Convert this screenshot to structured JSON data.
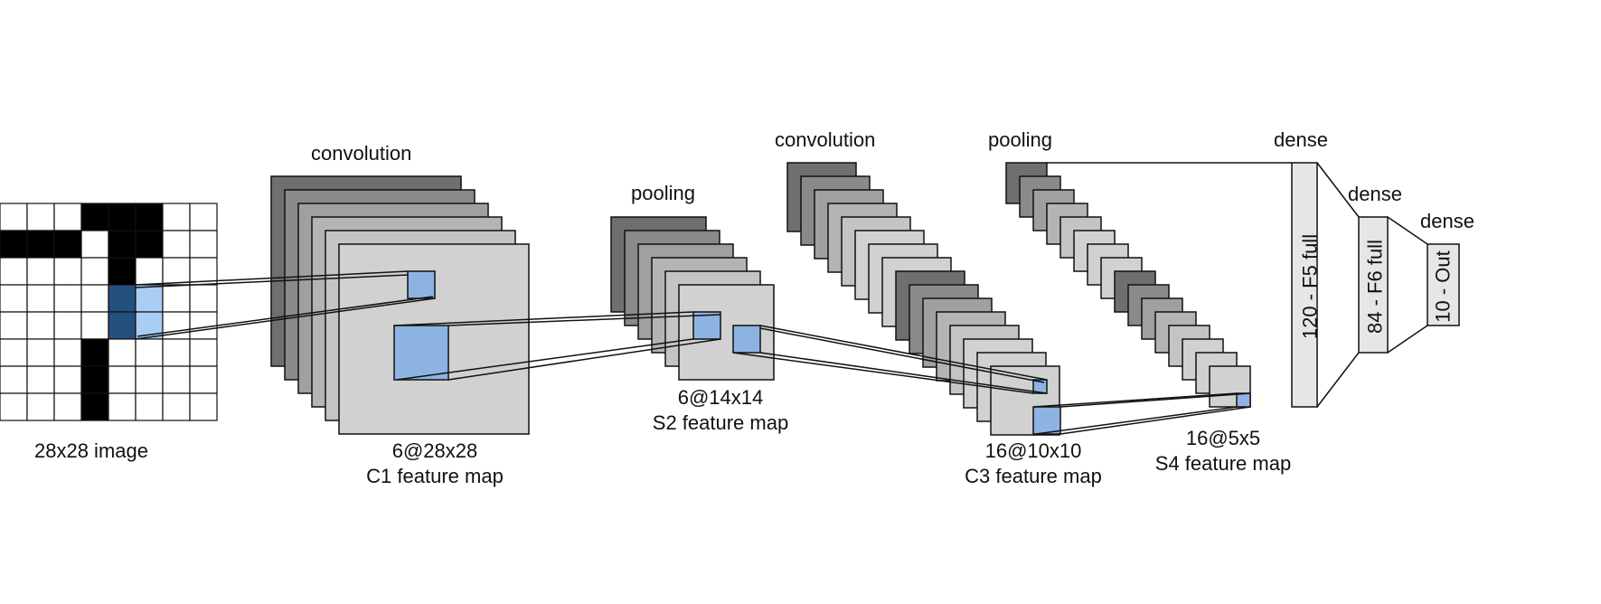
{
  "labels": {
    "input_caption": "28x28 image",
    "conv1_label": "convolution",
    "c1_dims": "6@28x28",
    "c1_name": "C1 feature map",
    "pool1_label": "pooling",
    "s2_dims": "6@14x14",
    "s2_name": "S2 feature map",
    "conv2_label": "convolution",
    "c3_dims": "16@10x10",
    "c3_name": "C3 feature map",
    "pool2_label": "pooling",
    "s4_dims": "16@5x5",
    "s4_name": "S4 feature map",
    "dense1_label": "dense",
    "f5_label": "120 - F5 full",
    "dense2_label": "dense",
    "f6_label": "84 - F6 full",
    "dense3_label": "dense",
    "out_label": "10 - Out"
  },
  "input_grid": {
    "rows": 8,
    "cols": 8,
    "black_cells": [
      [
        0,
        3
      ],
      [
        0,
        4
      ],
      [
        0,
        5
      ],
      [
        1,
        0
      ],
      [
        1,
        1
      ],
      [
        1,
        2
      ],
      [
        1,
        4
      ],
      [
        1,
        5
      ],
      [
        2,
        4
      ],
      [
        5,
        3
      ],
      [
        6,
        3
      ],
      [
        7,
        3
      ]
    ],
    "highlight_dark_cells": [
      [
        3,
        4
      ],
      [
        4,
        4
      ]
    ],
    "highlight_light_cells": [
      [
        3,
        5
      ],
      [
        4,
        5
      ]
    ]
  },
  "layers": {
    "c1_maps": 6,
    "s2_maps": 6,
    "c3_maps": 16,
    "s4_maps": 16
  },
  "colors": {
    "kernel_fill": "#8db3e2",
    "input_kernel_dark": "#24507e",
    "input_kernel_light": "#a9cdf5",
    "map_greys": [
      "#6f6f6f",
      "#8a8a8a",
      "#a0a0a0",
      "#b4b4b4",
      "#c4c4c4",
      "#d1d1d1"
    ],
    "dense_fill": "#e6e6e6"
  }
}
